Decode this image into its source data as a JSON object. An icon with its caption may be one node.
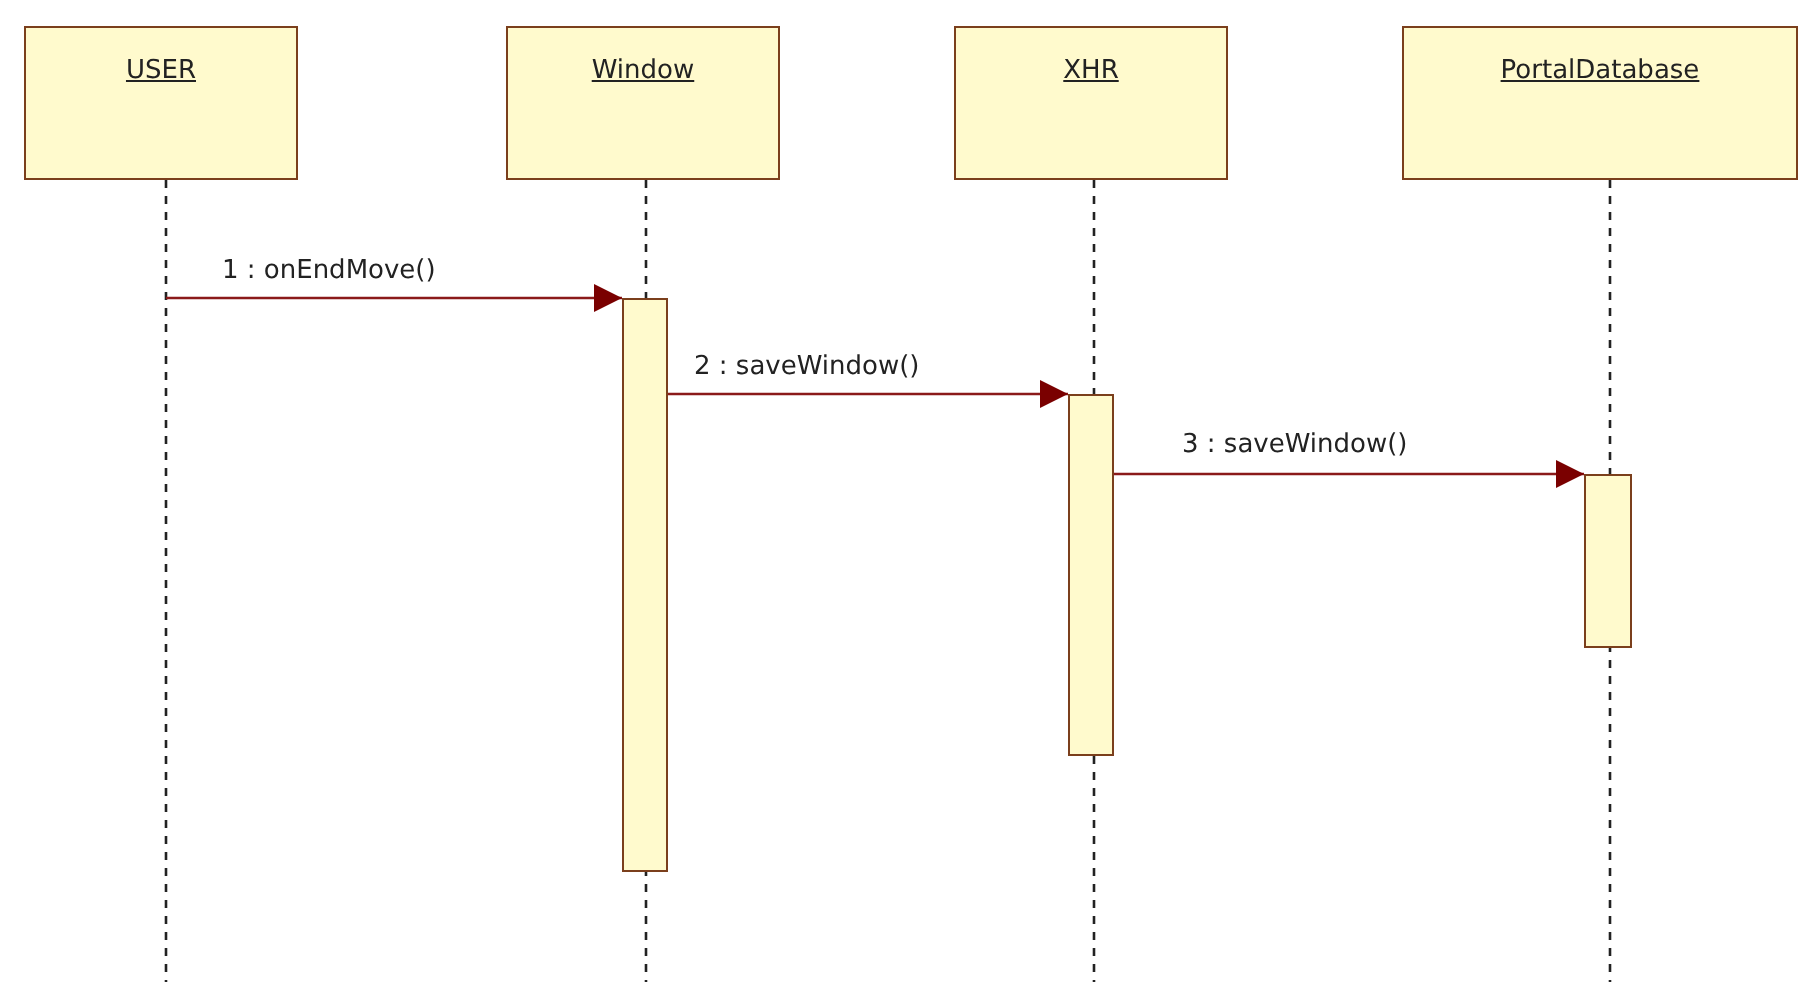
{
  "diagram": {
    "nodes": [
      {
        "text": [
          "USER"
        ]
      },
      {
        "text": [
          "Window"
        ]
      },
      {
        "text": [
          "XHR"
        ]
      },
      {
        "text": [
          "PortalDatabase"
        ]
      },
      {
        "text": [],
        "shape": "bar"
      },
      {
        "text": [],
        "shape": "bar"
      },
      {
        "text": [],
        "shape": "bar"
      }
    ],
    "edges": [
      {
        "from": null,
        "to": 4,
        "arrow": "to",
        "label": "1 : onEndMove()"
      },
      {
        "from": 4,
        "to": 5,
        "arrow": "to",
        "label": "2 : saveWindow()"
      },
      {
        "from": 5,
        "to": 6,
        "arrow": "to",
        "label": "3 : saveWindow()"
      }
    ]
  }
}
